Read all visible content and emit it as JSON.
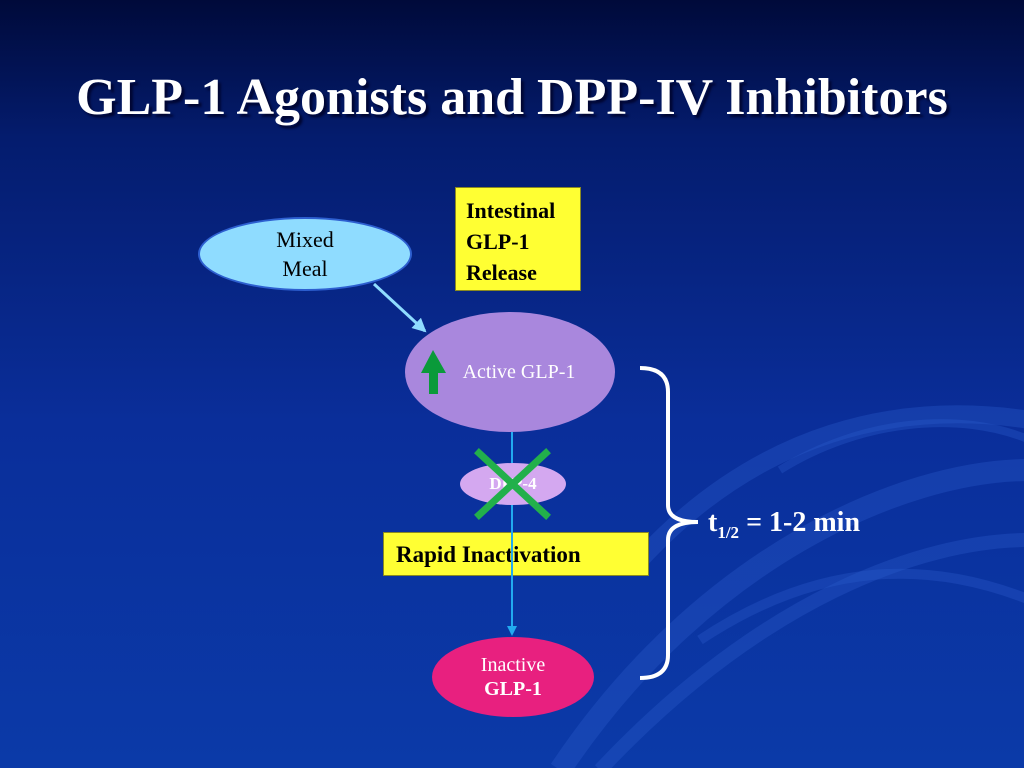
{
  "slide": {
    "title": "GLP-1 Agonists and DPP-IV Inhibitors"
  },
  "diagram": {
    "mixed_meal": {
      "line1": "Mixed",
      "line2": "Meal"
    },
    "intestinal_release": {
      "line1": "Intestinal",
      "line2": "GLP-1",
      "line3": "Release"
    },
    "active_glp1": "Active GLP-1",
    "dpp4": "DPP-4",
    "rapid_inactivation": "Rapid Inactivation",
    "inactive_glp1": {
      "line1": "Inactive",
      "line2": "GLP-1"
    },
    "half_life": {
      "t": "t",
      "sub": "1/2",
      "rest": " = 1-2 min"
    }
  },
  "colors": {
    "background": "#0a2e9a",
    "mixed_meal_fill": "#8fdcff",
    "active_glp1_fill": "#a987dd",
    "dpp4_fill": "#d4a8f0",
    "inactive_glp1_fill": "#e8207f",
    "label_box_fill": "#ffff33",
    "up_arrow": "#0a9a3a",
    "cross": "#22b04b",
    "flow_arrow": "#22aaf0"
  },
  "icons": {
    "up_arrow": "up-arrow-icon",
    "block_cross": "cross-icon",
    "brace": "right-brace-icon"
  }
}
